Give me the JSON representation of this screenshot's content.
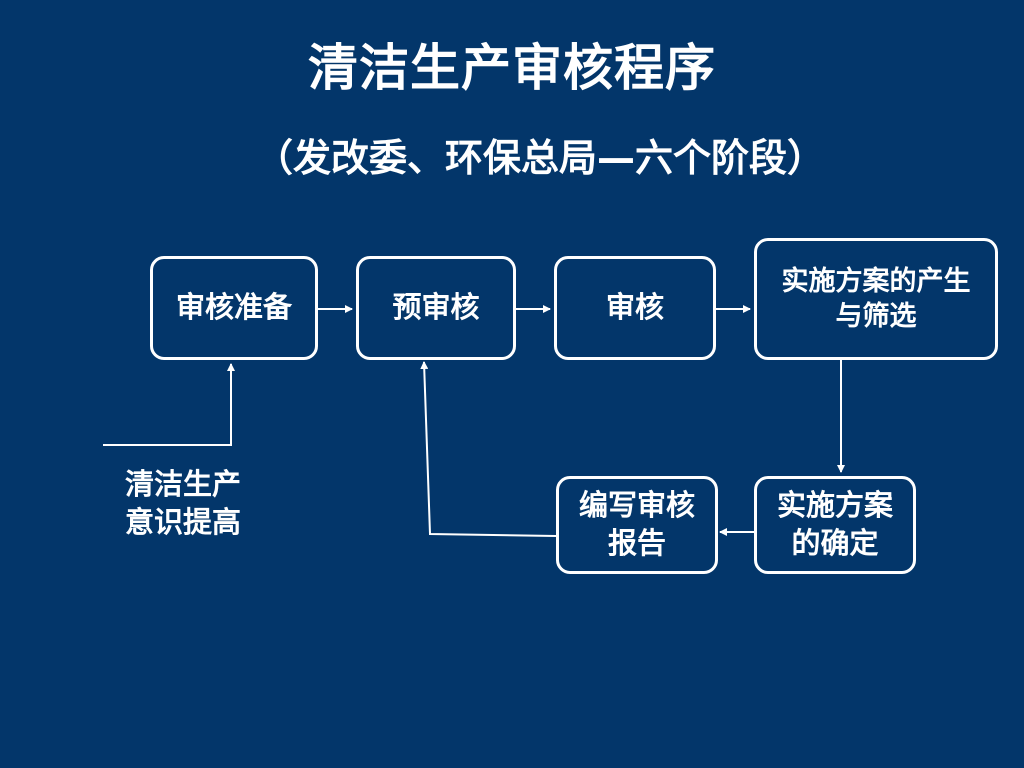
{
  "title": "清洁生产审核程序",
  "subtitle": "（发改委、环保总局—六个阶段）",
  "steps": {
    "s1": "审核准备",
    "s2": "预审核",
    "s3": "审核",
    "s4_line1": "实施方案的产生",
    "s4_line2": "与筛选",
    "s5_line1": "实施方案",
    "s5_line2": "的确定",
    "s6_line1": "编写审核",
    "s6_line2": "报告"
  },
  "note": {
    "line1": "清洁生产",
    "line2": "意识提高"
  },
  "colors": {
    "background": "#03366a",
    "foreground": "#ffffff"
  }
}
